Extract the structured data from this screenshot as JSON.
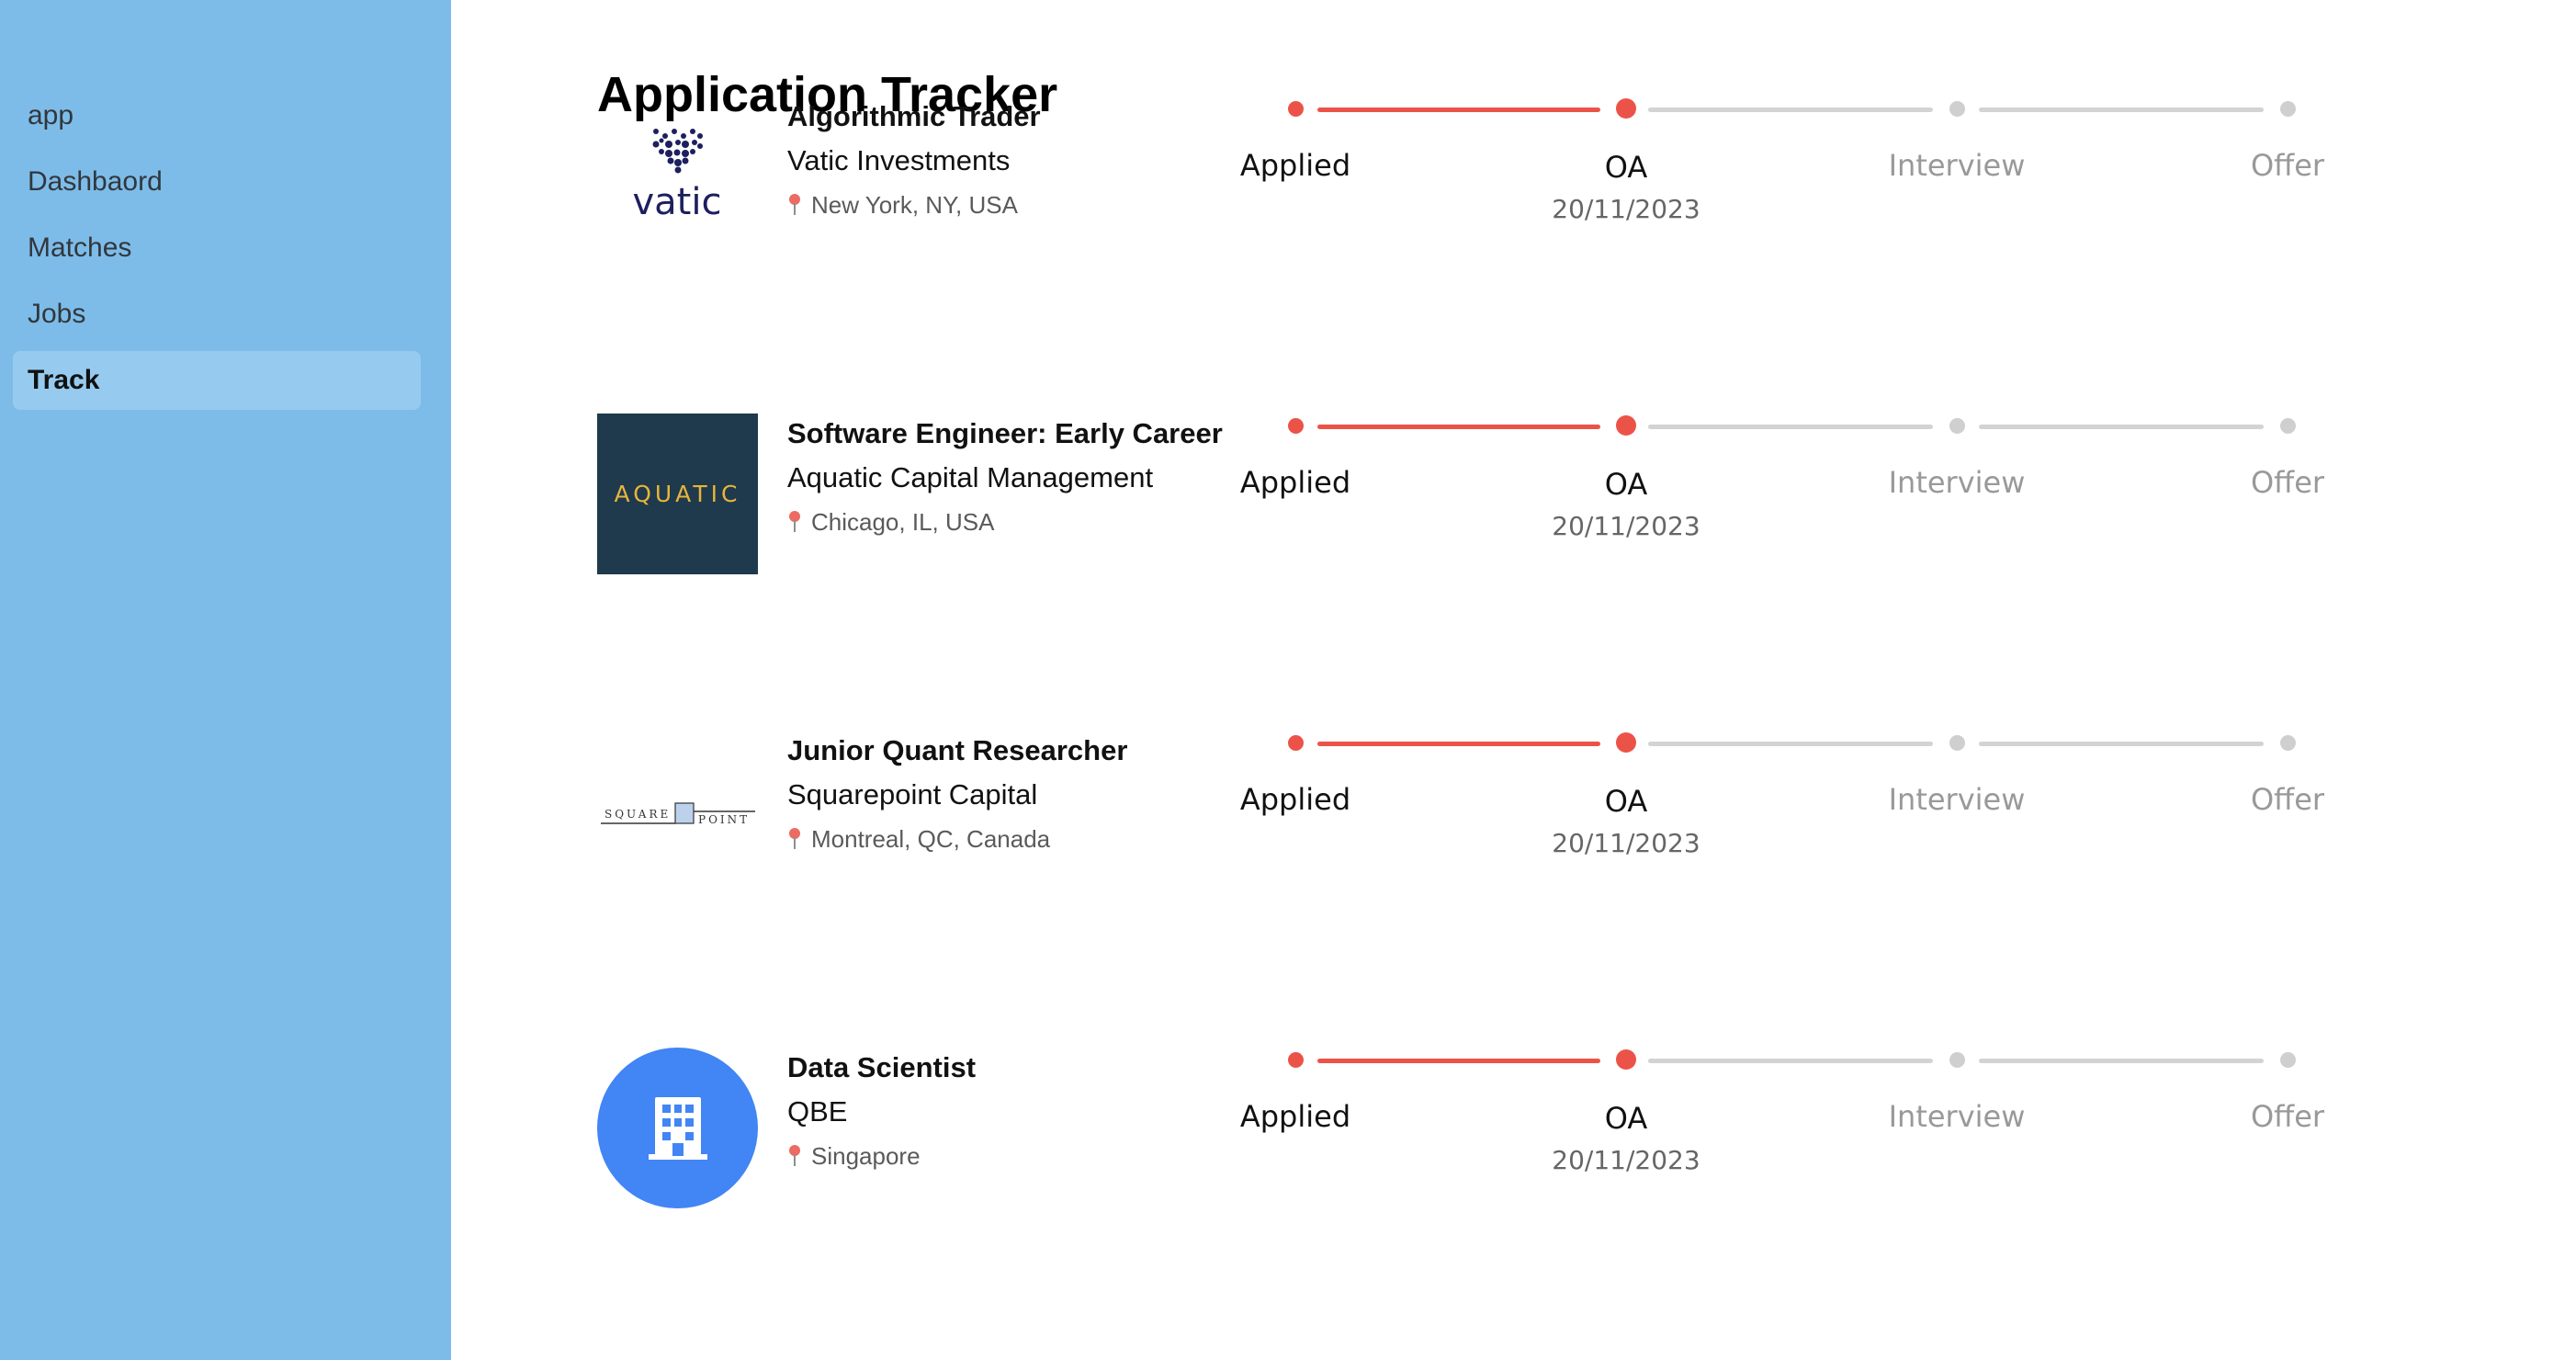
{
  "sidebar": {
    "items": [
      {
        "label": "app",
        "active": false
      },
      {
        "label": "Dashbaord",
        "active": false
      },
      {
        "label": "Matches",
        "active": false
      },
      {
        "label": "Jobs",
        "active": false
      },
      {
        "label": "Track",
        "active": true
      }
    ]
  },
  "main": {
    "title": "Application Tracker",
    "applications": [
      {
        "title": "Algorithmic Trader",
        "company": "Vatic Investments",
        "location": "New York, NY, USA",
        "logo": {
          "text": "vatic",
          "icon": "vatic-logo"
        },
        "steps": [
          {
            "label": "Applied",
            "state": "done",
            "date": ""
          },
          {
            "label": "OA",
            "state": "current",
            "date": "20/11/2023"
          },
          {
            "label": "Interview",
            "state": "pending",
            "date": ""
          },
          {
            "label": "Offer",
            "state": "pending",
            "date": ""
          }
        ]
      },
      {
        "title": "Software Engineer: Early Career",
        "company": "Aquatic Capital Management",
        "location": "Chicago, IL, USA",
        "logo": {
          "text": "AQUATIC",
          "icon": "aquatic-logo"
        },
        "steps": [
          {
            "label": "Applied",
            "state": "done",
            "date": ""
          },
          {
            "label": "OA",
            "state": "current",
            "date": "20/11/2023"
          },
          {
            "label": "Interview",
            "state": "pending",
            "date": ""
          },
          {
            "label": "Offer",
            "state": "pending",
            "date": ""
          }
        ]
      },
      {
        "title": "Junior Quant Researcher",
        "company": "Squarepoint Capital",
        "location": "Montreal, QC, Canada",
        "logo": {
          "text_left": "SQUARE",
          "text_right": "POINT",
          "icon": "squarepoint-logo"
        },
        "steps": [
          {
            "label": "Applied",
            "state": "done",
            "date": ""
          },
          {
            "label": "OA",
            "state": "current",
            "date": "20/11/2023"
          },
          {
            "label": "Interview",
            "state": "pending",
            "date": ""
          },
          {
            "label": "Offer",
            "state": "pending",
            "date": ""
          }
        ]
      },
      {
        "title": "Data Scientist",
        "company": "QBE",
        "location": "Singapore",
        "logo": {
          "icon": "building-icon"
        },
        "steps": [
          {
            "label": "Applied",
            "state": "done",
            "date": ""
          },
          {
            "label": "OA",
            "state": "current",
            "date": "20/11/2023"
          },
          {
            "label": "Interview",
            "state": "pending",
            "date": ""
          },
          {
            "label": "Offer",
            "state": "pending",
            "date": ""
          }
        ]
      }
    ]
  },
  "colors": {
    "sidebar_bg": "#7dbce8",
    "sidebar_active_bg": "#96cbef",
    "progress_active": "#ec5348",
    "progress_inactive": "#d3d3d3",
    "aquatic_bg": "#1e3a4c",
    "aquatic_text": "#e8b43a",
    "qbe_bg": "#4285f4",
    "vatic_navy": "#1d1f5e"
  }
}
